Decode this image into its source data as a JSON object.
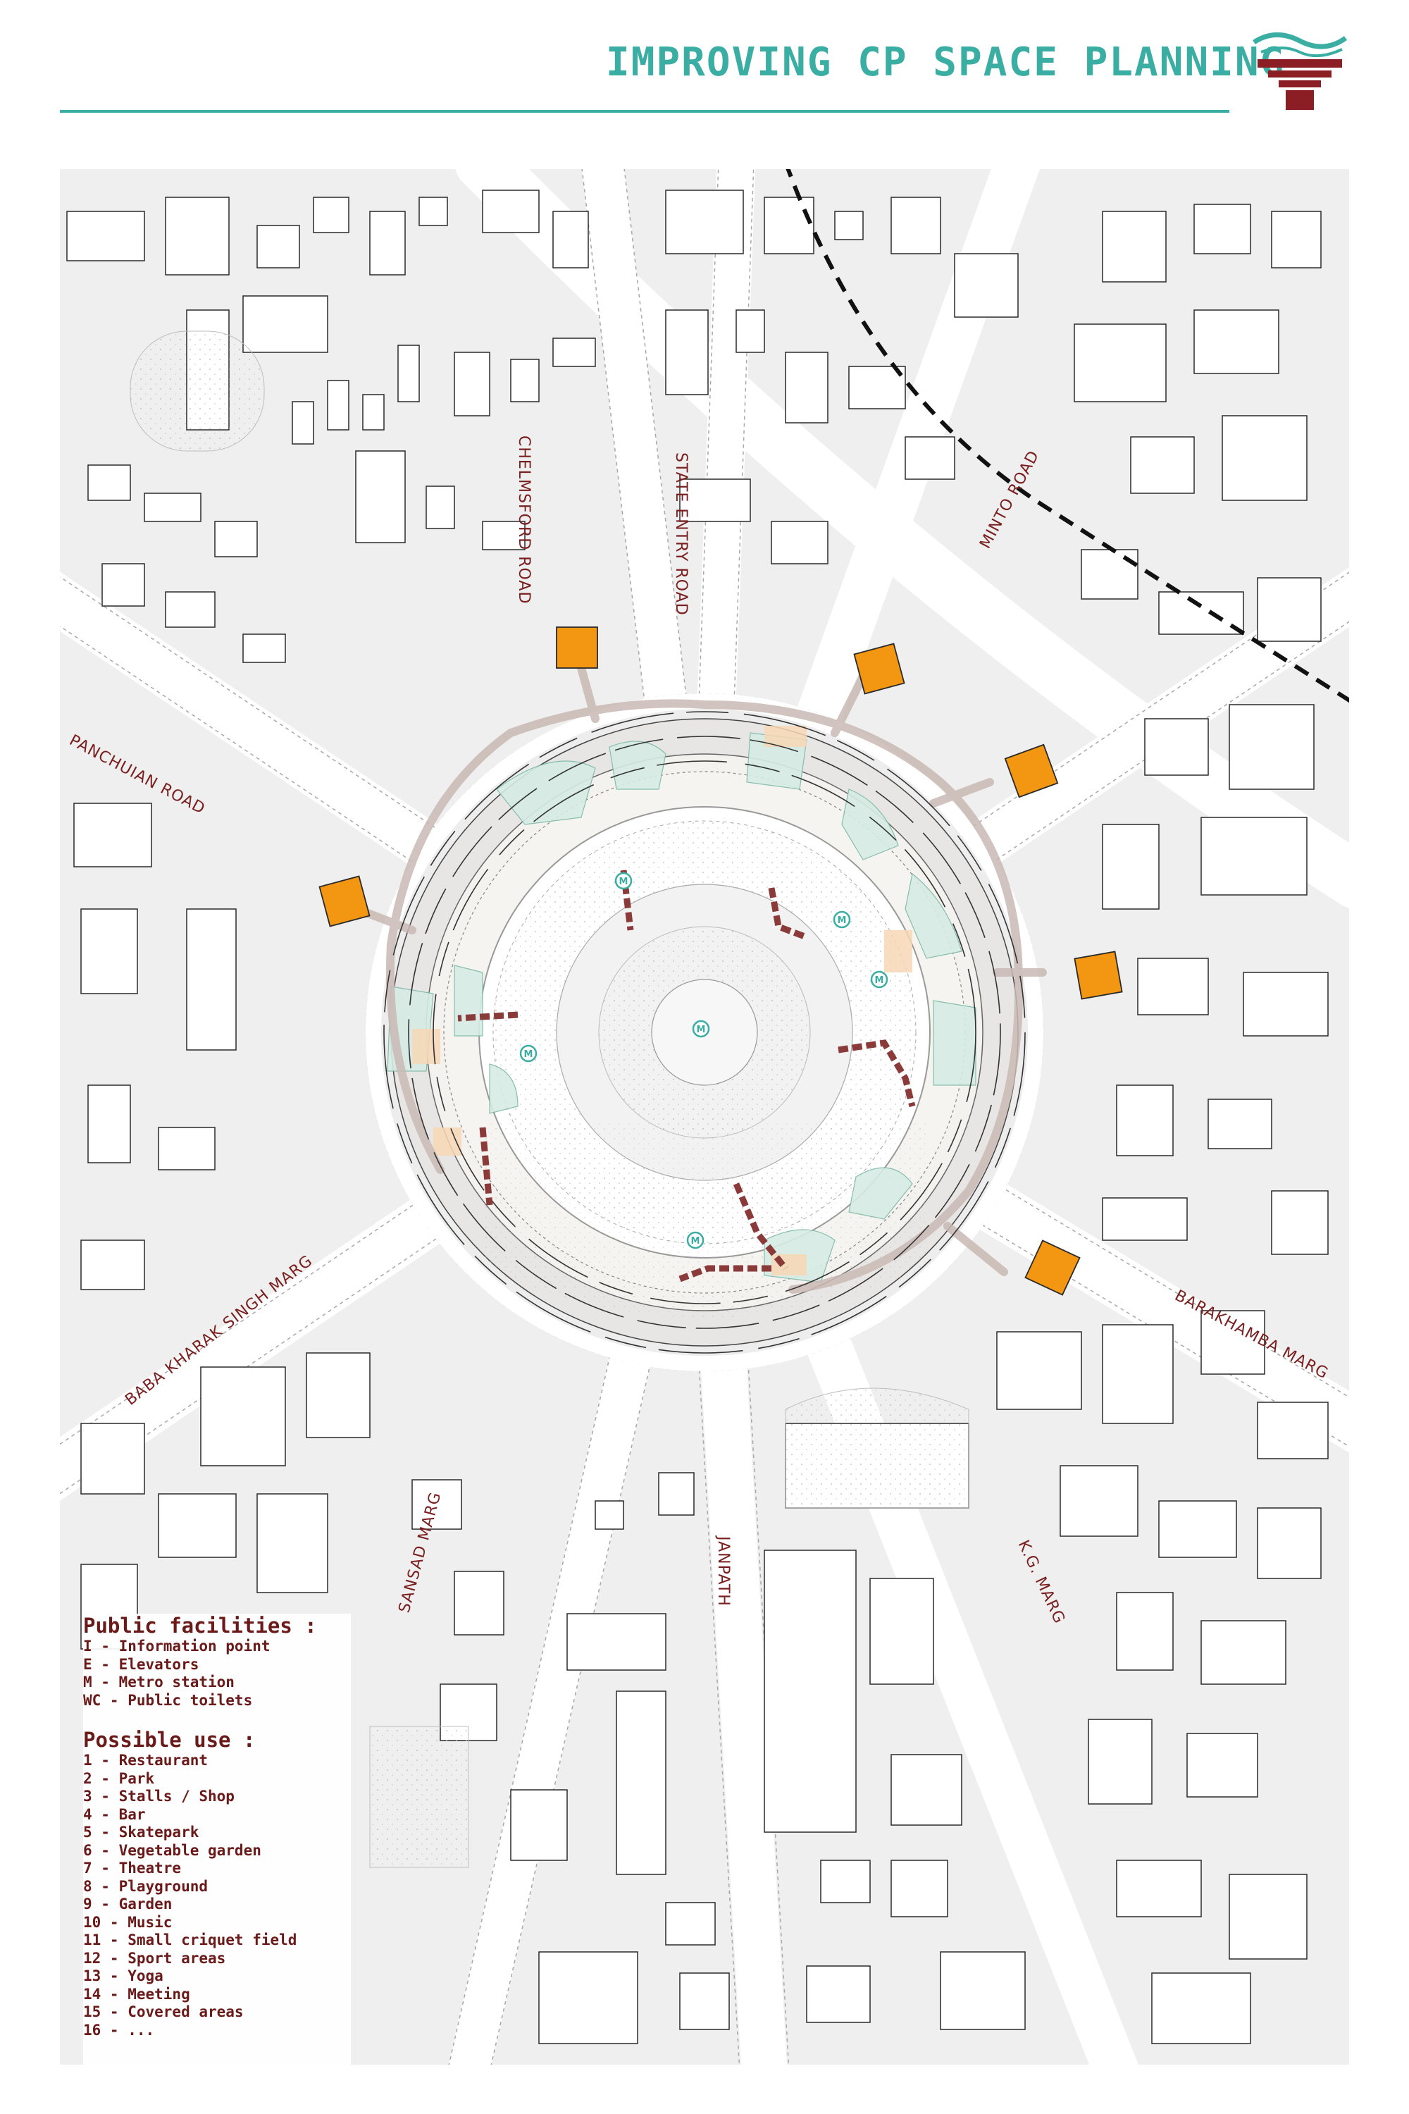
{
  "header": {
    "title": "IMPROVING CP SPACE PLANNING",
    "accent_color": "#3aaea3",
    "logo_icon": "column-capital-logo-icon"
  },
  "map": {
    "road_labels": {
      "chelmsford": "CHELMSFORD ROAD",
      "state_entry": "STATE ENTRY ROAD",
      "minto": "MINTO ROAD",
      "panchuian": "PANCHUIAN ROAD",
      "barakhamba": "BARAKHAMBA MARG",
      "baba_kharak": "BABA KHARAK SINGH MARG",
      "sansad": "SANSAD MARG",
      "janpath": "JANPATH",
      "kg_marg": "K.G. MARG"
    },
    "metro_symbol": "M",
    "colors": {
      "access_point": "#f39712",
      "underground_link": "#8b3a3a",
      "metro": "#3aaea3",
      "railway": "#111111"
    }
  },
  "legend": {
    "facilities_title": "Public facilities :",
    "facilities": [
      "I - Information point",
      "E - Elevators",
      "M - Metro station",
      "WC - Public toilets"
    ],
    "uses_title": "Possible use :",
    "uses": [
      "1 - Restaurant",
      "2 - Park",
      "3 - Stalls / Shop",
      "4 - Bar",
      "5 - Skatepark",
      "6 - Vegetable garden",
      "7 - Theatre",
      "8 - Playground",
      "9 - Garden",
      "10 - Music",
      "11 - Small criquet field",
      "12 - Sport areas",
      "13 - Yoga",
      "14 - Meeting",
      "15 - Covered areas",
      "16 - ..."
    ]
  }
}
